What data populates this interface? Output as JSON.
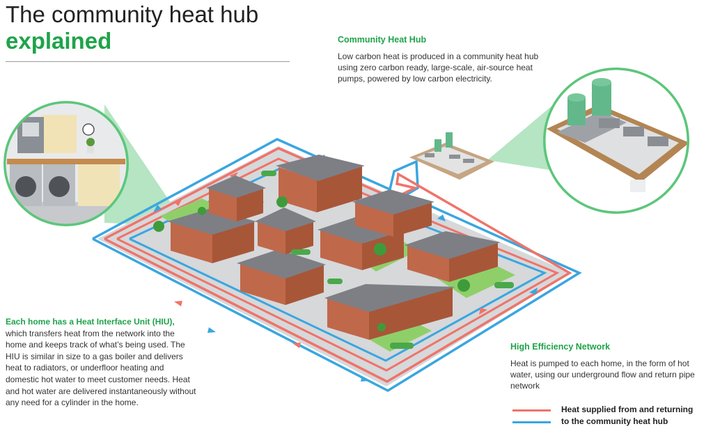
{
  "title": {
    "line1": "The community heat hub",
    "line2": "explained"
  },
  "community_heat_hub": {
    "heading": "Community Heat Hub",
    "body": "Low carbon heat is produced in a community heat hub using zero carbon ready, large-scale, air-source heat pumps, powered by low carbon electricity."
  },
  "hiu": {
    "lead": "Each home has a Heat Interface Unit (HIU),",
    "body": " which transfers heat from the network into the home and keeps track of what’s being used. The HIU is similar in size to a gas boiler and delivers heat to radiators, or underfloor heating and domestic hot water to meet customer needs. Heat and hot water are delivered instantaneously without any need for a cylinder in the home."
  },
  "network": {
    "heading": "High Efficiency Network",
    "body": "Heat is pumped to each home, in the form of hot water, using our underground flow and return pipe network"
  },
  "legend": {
    "line1": "Heat supplied from and returning",
    "line2": "to the community heat hub"
  },
  "colors": {
    "accent_green": "#1fa34a",
    "flow_red": "#f0736a",
    "return_blue": "#3aa6e0",
    "brick": "#c0684a",
    "roof": "#7d7f85",
    "grass": "#8fcf6a"
  },
  "icons": [
    "flow-arrow-icon",
    "return-arrow-icon",
    "heat-pump-icon",
    "house-icon",
    "tree-icon",
    "washing-machine-icon",
    "clock-icon",
    "plant-icon"
  ]
}
